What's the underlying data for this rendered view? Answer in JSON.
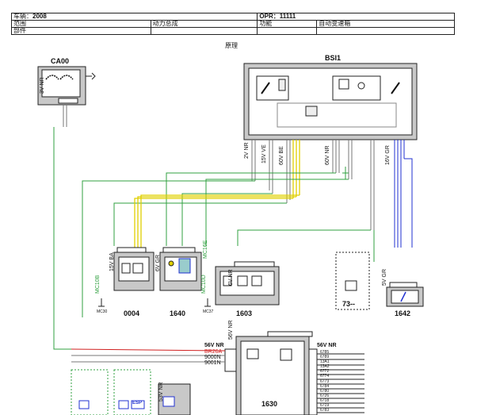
{
  "header": {
    "vehicle_label": "车辆：",
    "vehicle_value": "2008",
    "opr_label": "OPR：",
    "opr_value": "11111",
    "scope_label": "范围",
    "scope_value": "动力总成",
    "function_label": "功能",
    "function_value": "自动变速箱",
    "parts_label": "部件"
  },
  "page_title": "原理",
  "components": {
    "ca00": "CA00",
    "bsi1": "BSI1",
    "c0004": "0004",
    "c1640": "1640",
    "c1603": "1603",
    "c73": "73--",
    "c1642": "1642",
    "c1630": "1630"
  },
  "connectors": {
    "ca00_conn": "3V NR",
    "bsi_2v": "2V NR",
    "bsi_15v": "15V VE",
    "bsi_60v_be": "60V BE",
    "bsi_60v_nr": "60V NR",
    "bsi_16v": "16V GR",
    "c0004_conn": "15V BA",
    "c1640_conn": "6V GR",
    "c1603_conn": "6V NR",
    "c1642_conn": "5V GR",
    "c1630_top": "56V NR",
    "c1630_left": "56V NR",
    "c1630_right": "56V NR",
    "c53v": "53V NR"
  },
  "wires": {
    "br26a": "BR26A",
    "w9000n": "9000N",
    "w9001n": "9001N",
    "mc10b": "MC10B",
    "mc10d": "MC10D",
    "mc16e": "MC16E",
    "mc30": "MC30",
    "mc37": "MC37"
  },
  "right_pins": [
    "6785",
    "6789",
    "13A1",
    "13A2",
    "6772",
    "6774",
    "6773",
    "6784",
    "6780",
    "6726",
    "6718",
    "6719",
    "6783"
  ],
  "esp_label": "ESP",
  "colors": {
    "yellow_wire": "#e0d000",
    "blue_wire": "#2030d0",
    "green_wire": "#30a040",
    "red_wire": "#d02020",
    "gray_wire": "#777777"
  }
}
